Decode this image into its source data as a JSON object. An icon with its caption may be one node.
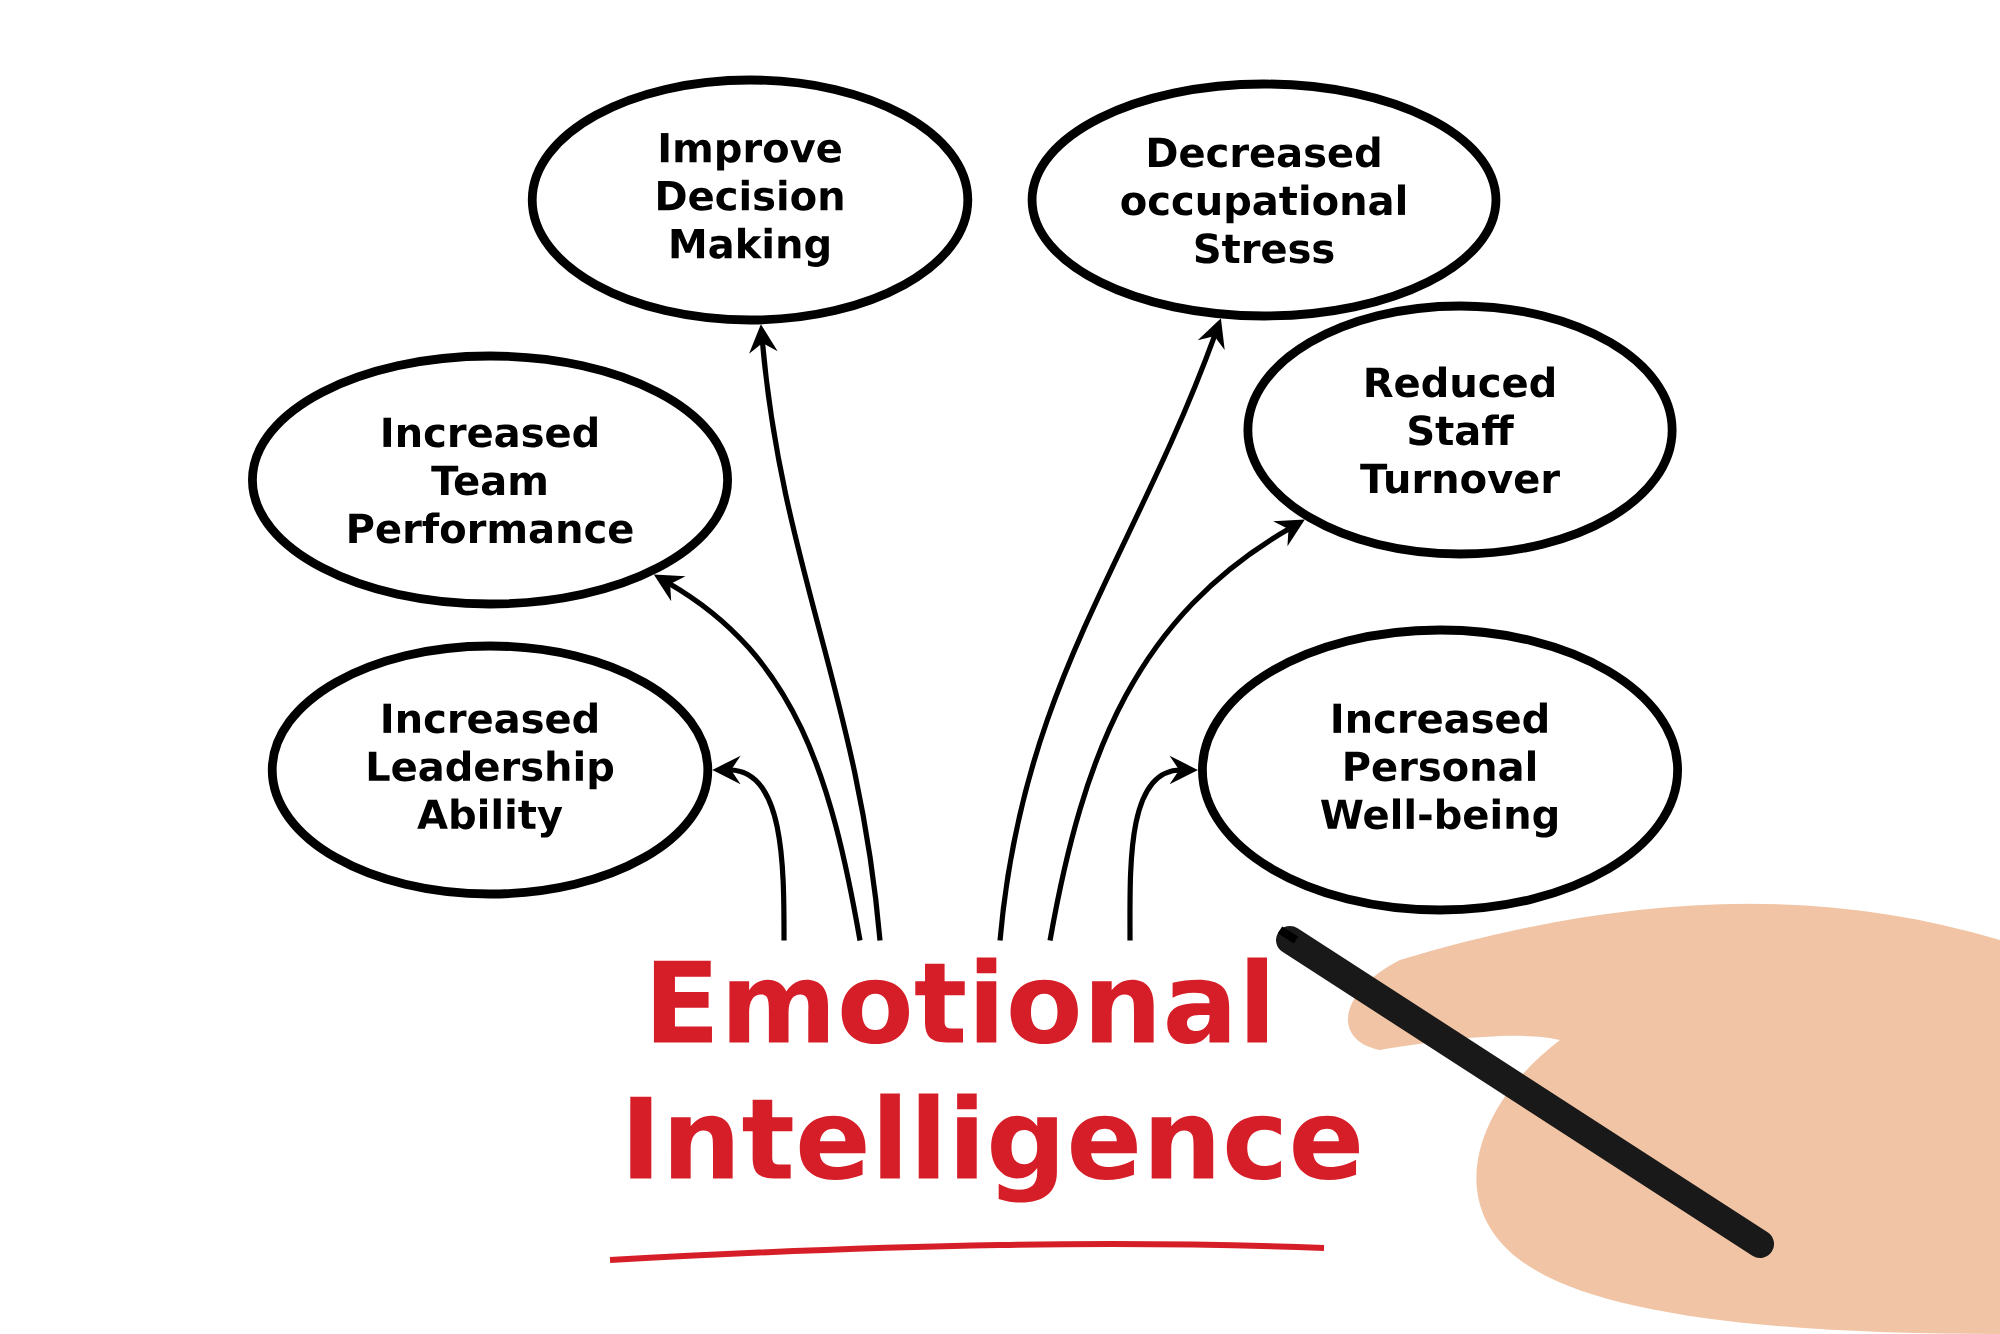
{
  "diagram": {
    "nodes": [
      {
        "text": [
          "Emotional Intelligence"
        ]
      },
      {
        "text": [
          "Improve Decision Making"
        ]
      },
      {
        "text": [
          "Decreased occupational Stress"
        ]
      },
      {
        "text": [
          "Increased Team Performance"
        ]
      },
      {
        "text": [
          "Reduced Staff Turnover"
        ]
      },
      {
        "text": [
          "Increased Leadership Ability"
        ]
      },
      {
        "text": [
          "Increased Personal Well-being"
        ]
      }
    ],
    "edges": [
      {
        "from": 0,
        "to": 1,
        "arrow": "to"
      },
      {
        "from": 0,
        "to": 2,
        "arrow": "to"
      },
      {
        "from": 0,
        "to": 3,
        "arrow": "to"
      },
      {
        "from": 0,
        "to": 4,
        "arrow": "to"
      },
      {
        "from": 0,
        "to": 5,
        "arrow": "to"
      },
      {
        "from": 0,
        "to": 6,
        "arrow": "to"
      }
    ]
  }
}
